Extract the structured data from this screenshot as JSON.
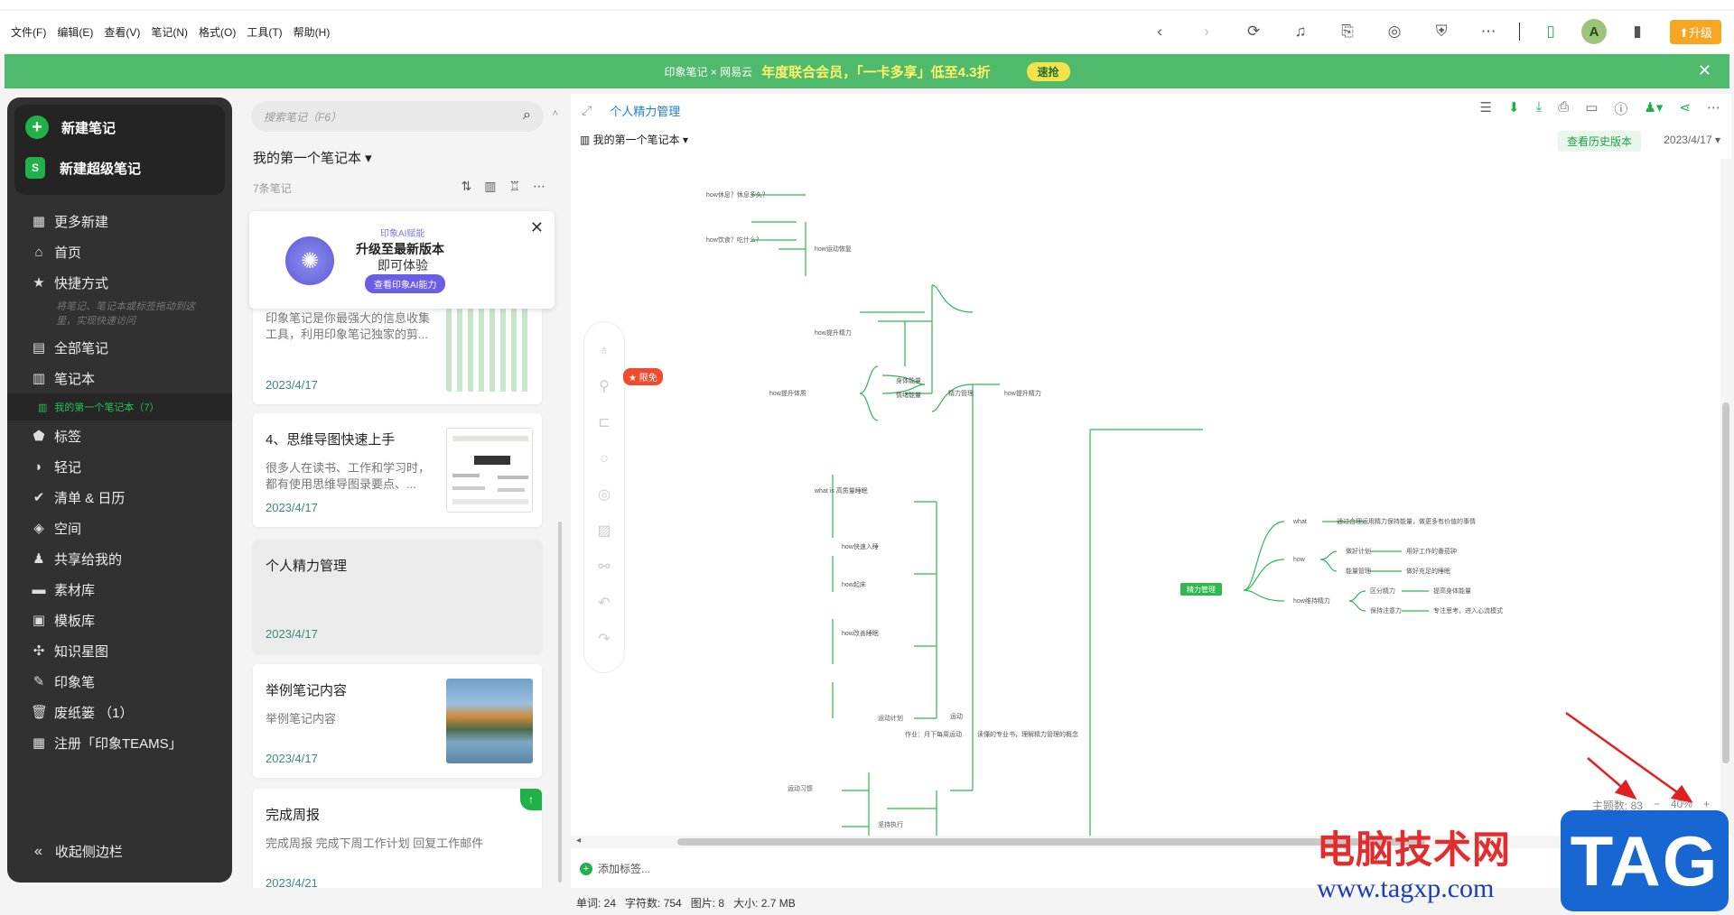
{
  "menu": [
    "文件(F)",
    "编辑(E)",
    "查看(V)",
    "笔记(N)",
    "格式(O)",
    "工具(T)",
    "帮助(H)"
  ],
  "top_icons": [
    "back-icon",
    "forward-icon",
    "sync-icon",
    "bell-icon",
    "share-out-icon",
    "target-icon",
    "shield-icon",
    "more-icon",
    "phone-icon",
    "avatar",
    "book-icon"
  ],
  "avatar_letter": "A",
  "upgrade_label": "升级",
  "banner": {
    "logo": "印象笔记 × 网易云",
    "promo": "年度联合会员，「一卡多享」低至4.3折",
    "button": "速抢",
    "close": "✕"
  },
  "sidebar": {
    "new_note": "新建笔记",
    "new_super_note": "新建超级笔记",
    "items": [
      {
        "icon": "grid-icon",
        "glyph": "▦",
        "label": "更多新建"
      },
      {
        "icon": "home-icon",
        "glyph": "⌂",
        "label": "首页"
      },
      {
        "icon": "star-icon",
        "glyph": "★",
        "label": "快捷方式"
      }
    ],
    "shortcut_hint": "将笔记、笔记本或标签拖动到这里，实现快速访问",
    "items2": [
      {
        "icon": "notes-icon",
        "glyph": "▤",
        "label": "全部笔记"
      },
      {
        "icon": "notebook-icon",
        "glyph": "▥",
        "label": "笔记本"
      }
    ],
    "sub_notebook": "我的第一个笔记本（7）",
    "items3": [
      {
        "icon": "tag-icon",
        "glyph": "⬟",
        "label": "标签"
      },
      {
        "icon": "quicknote-icon",
        "glyph": "◗",
        "label": "轻记"
      },
      {
        "icon": "checklist-icon",
        "glyph": "✔",
        "label": "清单 & 日历"
      },
      {
        "icon": "space-icon",
        "glyph": "◈",
        "label": "空间"
      },
      {
        "icon": "shared-icon",
        "glyph": "♟",
        "label": "共享给我的"
      },
      {
        "icon": "material-icon",
        "glyph": "▬",
        "label": "素材库"
      },
      {
        "icon": "template-icon",
        "glyph": "▣",
        "label": "模板库"
      },
      {
        "icon": "knowledge-star-icon",
        "glyph": "✣",
        "label": "知识星图"
      },
      {
        "icon": "pen-icon",
        "glyph": "✎",
        "label": "印象笔"
      },
      {
        "icon": "trash-icon",
        "glyph": "🗑",
        "label": "废纸篓 （1）"
      },
      {
        "icon": "teams-icon",
        "glyph": "▦",
        "label": "注册「印象TEAMS」"
      }
    ],
    "collapse": "收起侧边栏"
  },
  "notelist": {
    "search_placeholder": "搜索笔记（F6）",
    "notebook_title": "我的第一个笔记本 ▾",
    "note_count": "7条笔记",
    "ai_card": {
      "tag": "印象AI赋能",
      "title": "升级至最新版本",
      "subtitle": "即可体验",
      "button": "查看印象AI能力"
    },
    "notes": [
      {
        "title": "",
        "desc": "印象笔记是你最强大的信息收集工具，利用印象笔记独家的剪...",
        "date": "2023/4/17"
      },
      {
        "title": "4、思维导图快速上手",
        "desc": "很多人在读书、工作和学习时，都有使用思维导图录要点、...",
        "date": "2023/4/17"
      },
      {
        "title": "个人精力管理",
        "desc": "",
        "date": "2023/4/17"
      },
      {
        "title": "举例笔记内容",
        "desc": "举例笔记内容",
        "date": "2023/4/17"
      },
      {
        "title": "完成周报",
        "desc": "完成周报 完成下周工作计划 回复工作邮件",
        "date": "2023/4/21"
      }
    ]
  },
  "editor": {
    "title": "个人精力管理",
    "notebook": "我的第一个笔记本 ▾",
    "history": "查看历史版本",
    "date": "2023/4/17 ▾",
    "limit_tag": "★ 限免",
    "zoom": {
      "topics": "主题数: 83",
      "minus": "−",
      "level": "40%",
      "plus": "+"
    },
    "add_tag": "添加标签..."
  },
  "status": {
    "words": "单词: 24",
    "chars": "字符数: 754",
    "images": "图片: 8",
    "size": "大小: 2.7 MB"
  },
  "mindmap": {
    "root": "精力管理",
    "right": [
      {
        "label": "what",
        "child": "通过合理运用精力保持能量，做更多有价值的事情"
      },
      {
        "label": "how",
        "children": [
          "做好计划",
          "能量管理"
        ],
        "leaves": [
          "用好工作的番茄钟",
          "做好充足的睡眠"
        ]
      },
      {
        "label": "how维持精力",
        "children": [
          "区分精力",
          "保持注意力"
        ],
        "leaves": [
          "提高身体能量",
          "专注思考，进入心流模式"
        ]
      }
    ],
    "left_top": [
      "身体能量",
      "情绪能量"
    ],
    "branch_a": "how提升精力",
    "branch_b": "精力管理",
    "group1": [
      "how休息？休息多久？",
      "how运动恢复",
      "how饮食？吃什么？",
      "how提升精力",
      "how提升体质"
    ],
    "group2": [
      "what is 高质量睡眠",
      "how快速入睡",
      "how起床",
      "how改善睡眠"
    ],
    "group3": [
      "运动计划",
      "运动习惯",
      "坚持执行"
    ],
    "footer_note": "运动",
    "footer_left": "作业：月下每周运动",
    "footer_right": "读懂的专业书，理解精力管理的概念"
  },
  "watermark": {
    "text": "电脑技术网",
    "url": "www.tagxp.com",
    "tag": "TAG"
  }
}
